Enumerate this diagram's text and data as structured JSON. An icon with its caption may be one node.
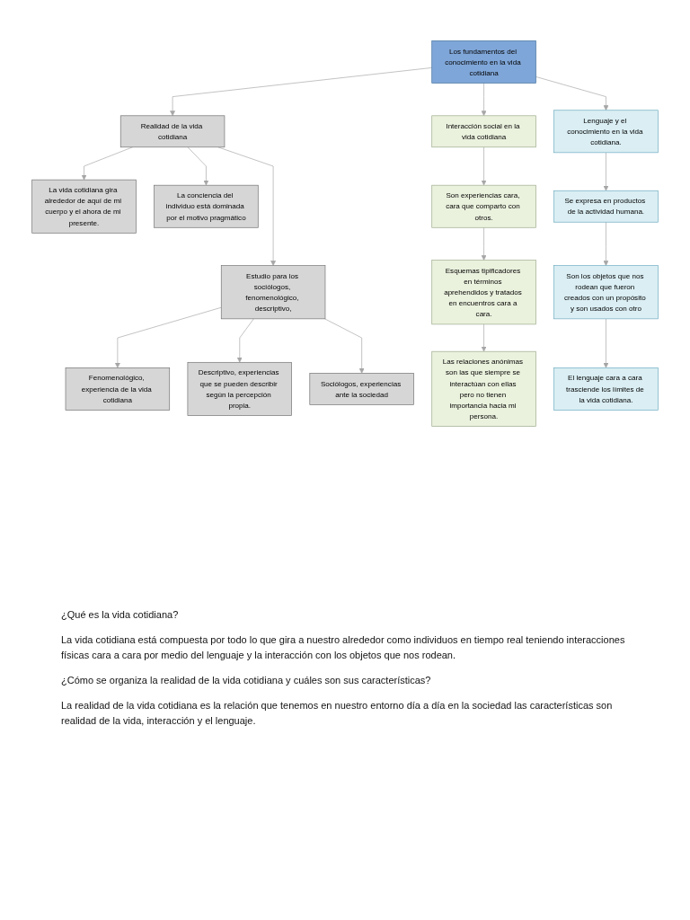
{
  "diagram": {
    "nodes": [
      {
        "text": [
          "Los fundamentos del conocimiento en la vida cotidiana"
        ]
      },
      {
        "text": [
          "Realidad de la vida cotidiana"
        ]
      },
      {
        "text": [
          "Interacción social en la vida cotidiana"
        ]
      },
      {
        "text": [
          "Lenguaje y el conocimiento en la vida cotidiana."
        ]
      },
      {
        "text": [
          "La vida cotidiana gira alrededor de aquí de mi cuerpo y el ahora de mi presente."
        ]
      },
      {
        "text": [
          "La conciencia del individuo está dominada por el motivo pragmático"
        ]
      },
      {
        "text": [
          "Estudio para los sociólogos, fenomenológico, descriptivo,"
        ]
      },
      {
        "text": [
          "Fenomenológico, experiencia de la vida cotidiana"
        ]
      },
      {
        "text": [
          "Descriptivo, experiencias que se pueden describir según la percepción propia."
        ]
      },
      {
        "text": [
          "Sociólogos, experiencias ante la sociedad"
        ]
      },
      {
        "text": [
          "Son experiencias cara, cara que comparto con otros."
        ]
      },
      {
        "text": [
          "Esquemas tipificadores en términos aprehendidos y tratados en encuentros cara a cara."
        ]
      },
      {
        "text": [
          "Las relaciones anónimas son las que siempre se interactúan con ellas pero no tienen importancia hacia mi persona."
        ]
      },
      {
        "text": [
          "Se expresa en productos de la actividad humana."
        ]
      },
      {
        "text": [
          "Son los objetos que nos rodean que fueron creados con un propósito y son usados con otro"
        ]
      },
      {
        "text": [
          "El lenguaje cara a cara trasciende los límites de la vida cotidiana."
        ]
      }
    ],
    "edges": [
      {
        "from": 0,
        "to": 1,
        "arrow": "to"
      },
      {
        "from": 0,
        "to": 2,
        "arrow": "to"
      },
      {
        "from": 0,
        "to": 3,
        "arrow": "to"
      },
      {
        "from": 1,
        "to": 4,
        "arrow": "to"
      },
      {
        "from": 1,
        "to": 5,
        "arrow": "to"
      },
      {
        "from": 1,
        "to": 6,
        "arrow": "to"
      },
      {
        "from": 6,
        "to": 7,
        "arrow": "to"
      },
      {
        "from": 6,
        "to": 8,
        "arrow": "to"
      },
      {
        "from": 6,
        "to": 9,
        "arrow": "to"
      },
      {
        "from": 2,
        "to": 10,
        "arrow": "to"
      },
      {
        "from": 10,
        "to": 11,
        "arrow": "to"
      },
      {
        "from": 11,
        "to": 12,
        "arrow": "to"
      },
      {
        "from": 3,
        "to": 13,
        "arrow": "to"
      },
      {
        "from": 13,
        "to": 14,
        "arrow": "to"
      },
      {
        "from": 14,
        "to": 15,
        "arrow": "to"
      }
    ],
    "labels": [
      "¿Qué es la vida cotidiana?",
      "La vida cotidiana está compuesta por todo lo que gira a nuestro alrededor como individuos en tiempo real teniendo interacciones físicas cara a cara por medio del lenguaje y la interacción con los objetos que nos rodean.",
      "¿Cómo se organiza la realidad de la vida cotidiana y cuáles son sus características?",
      "La realidad de la vida cotidiana es la relación que tenemos en nuestro entorno día a día en la sociedad las características son realidad de la vida, interacción y el lenguaje."
    ]
  }
}
